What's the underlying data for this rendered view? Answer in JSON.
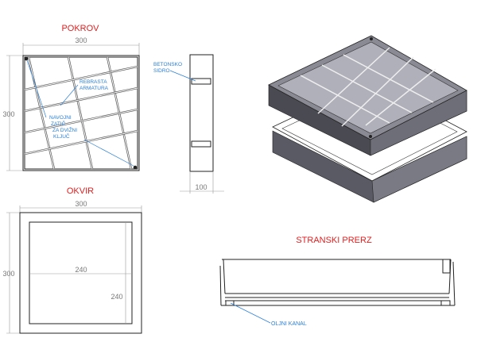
{
  "titles": {
    "cover": "POKROV",
    "frame": "OKVIR",
    "section": "STRANSKI PRERZ"
  },
  "dimensions": {
    "cover_width": "300",
    "cover_height": "300",
    "cover_depth": "100",
    "frame_width": "300",
    "frame_height": "300",
    "frame_inner_width": "240",
    "frame_inner_height": "240"
  },
  "notes": {
    "rebar_line1": "REBRASTA",
    "rebar_line2": "ARMATURA",
    "pin_line1": "NAVOJNI",
    "pin_line2": "ZATIČ",
    "pin_line3": "ZA DVIŽNI",
    "pin_line4": "KLJUČ",
    "anchor_line1": "BETONSKO",
    "anchor_line2": "SIDRO",
    "oil_channel": "OLJNI KANAL"
  },
  "colors": {
    "title": "#e02020",
    "note": "#2a7fd8",
    "metal_dark": "#4a4a52",
    "metal_mid": "#8a8a94",
    "metal_light": "#b8b8c0"
  }
}
